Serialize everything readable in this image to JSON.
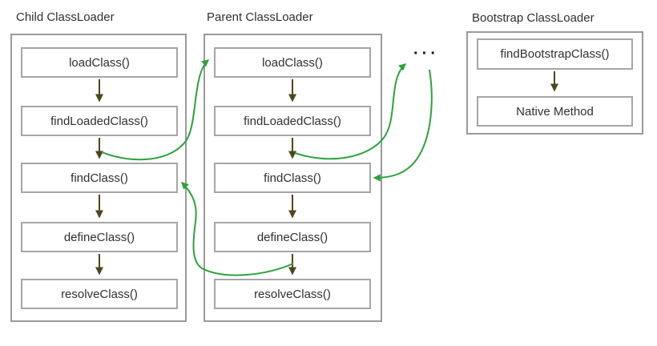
{
  "diagram": {
    "loaders": [
      {
        "title": "Child ClassLoader",
        "methods": [
          "loadClass()",
          "findLoadedClass()",
          "findClass()",
          "defineClass()",
          "resolveClass()"
        ]
      },
      {
        "title": "Parent ClassLoader",
        "methods": [
          "loadClass()",
          "findLoadedClass()",
          "findClass()",
          "defineClass()",
          "resolveClass()"
        ]
      },
      {
        "title": "Bootstrap ClassLoader",
        "methods": [
          "findBootstrapClass()",
          "Native Method"
        ]
      }
    ],
    "ellipsis": "···",
    "colors": {
      "flow_arrow": "#4f461e",
      "delegation_arrow": "#2ba33c",
      "box_border": "#a6a6a6",
      "container_border": "#9a9a9a",
      "text": "#303030",
      "ellipsis": "#161616",
      "background": "#ffffff"
    }
  }
}
